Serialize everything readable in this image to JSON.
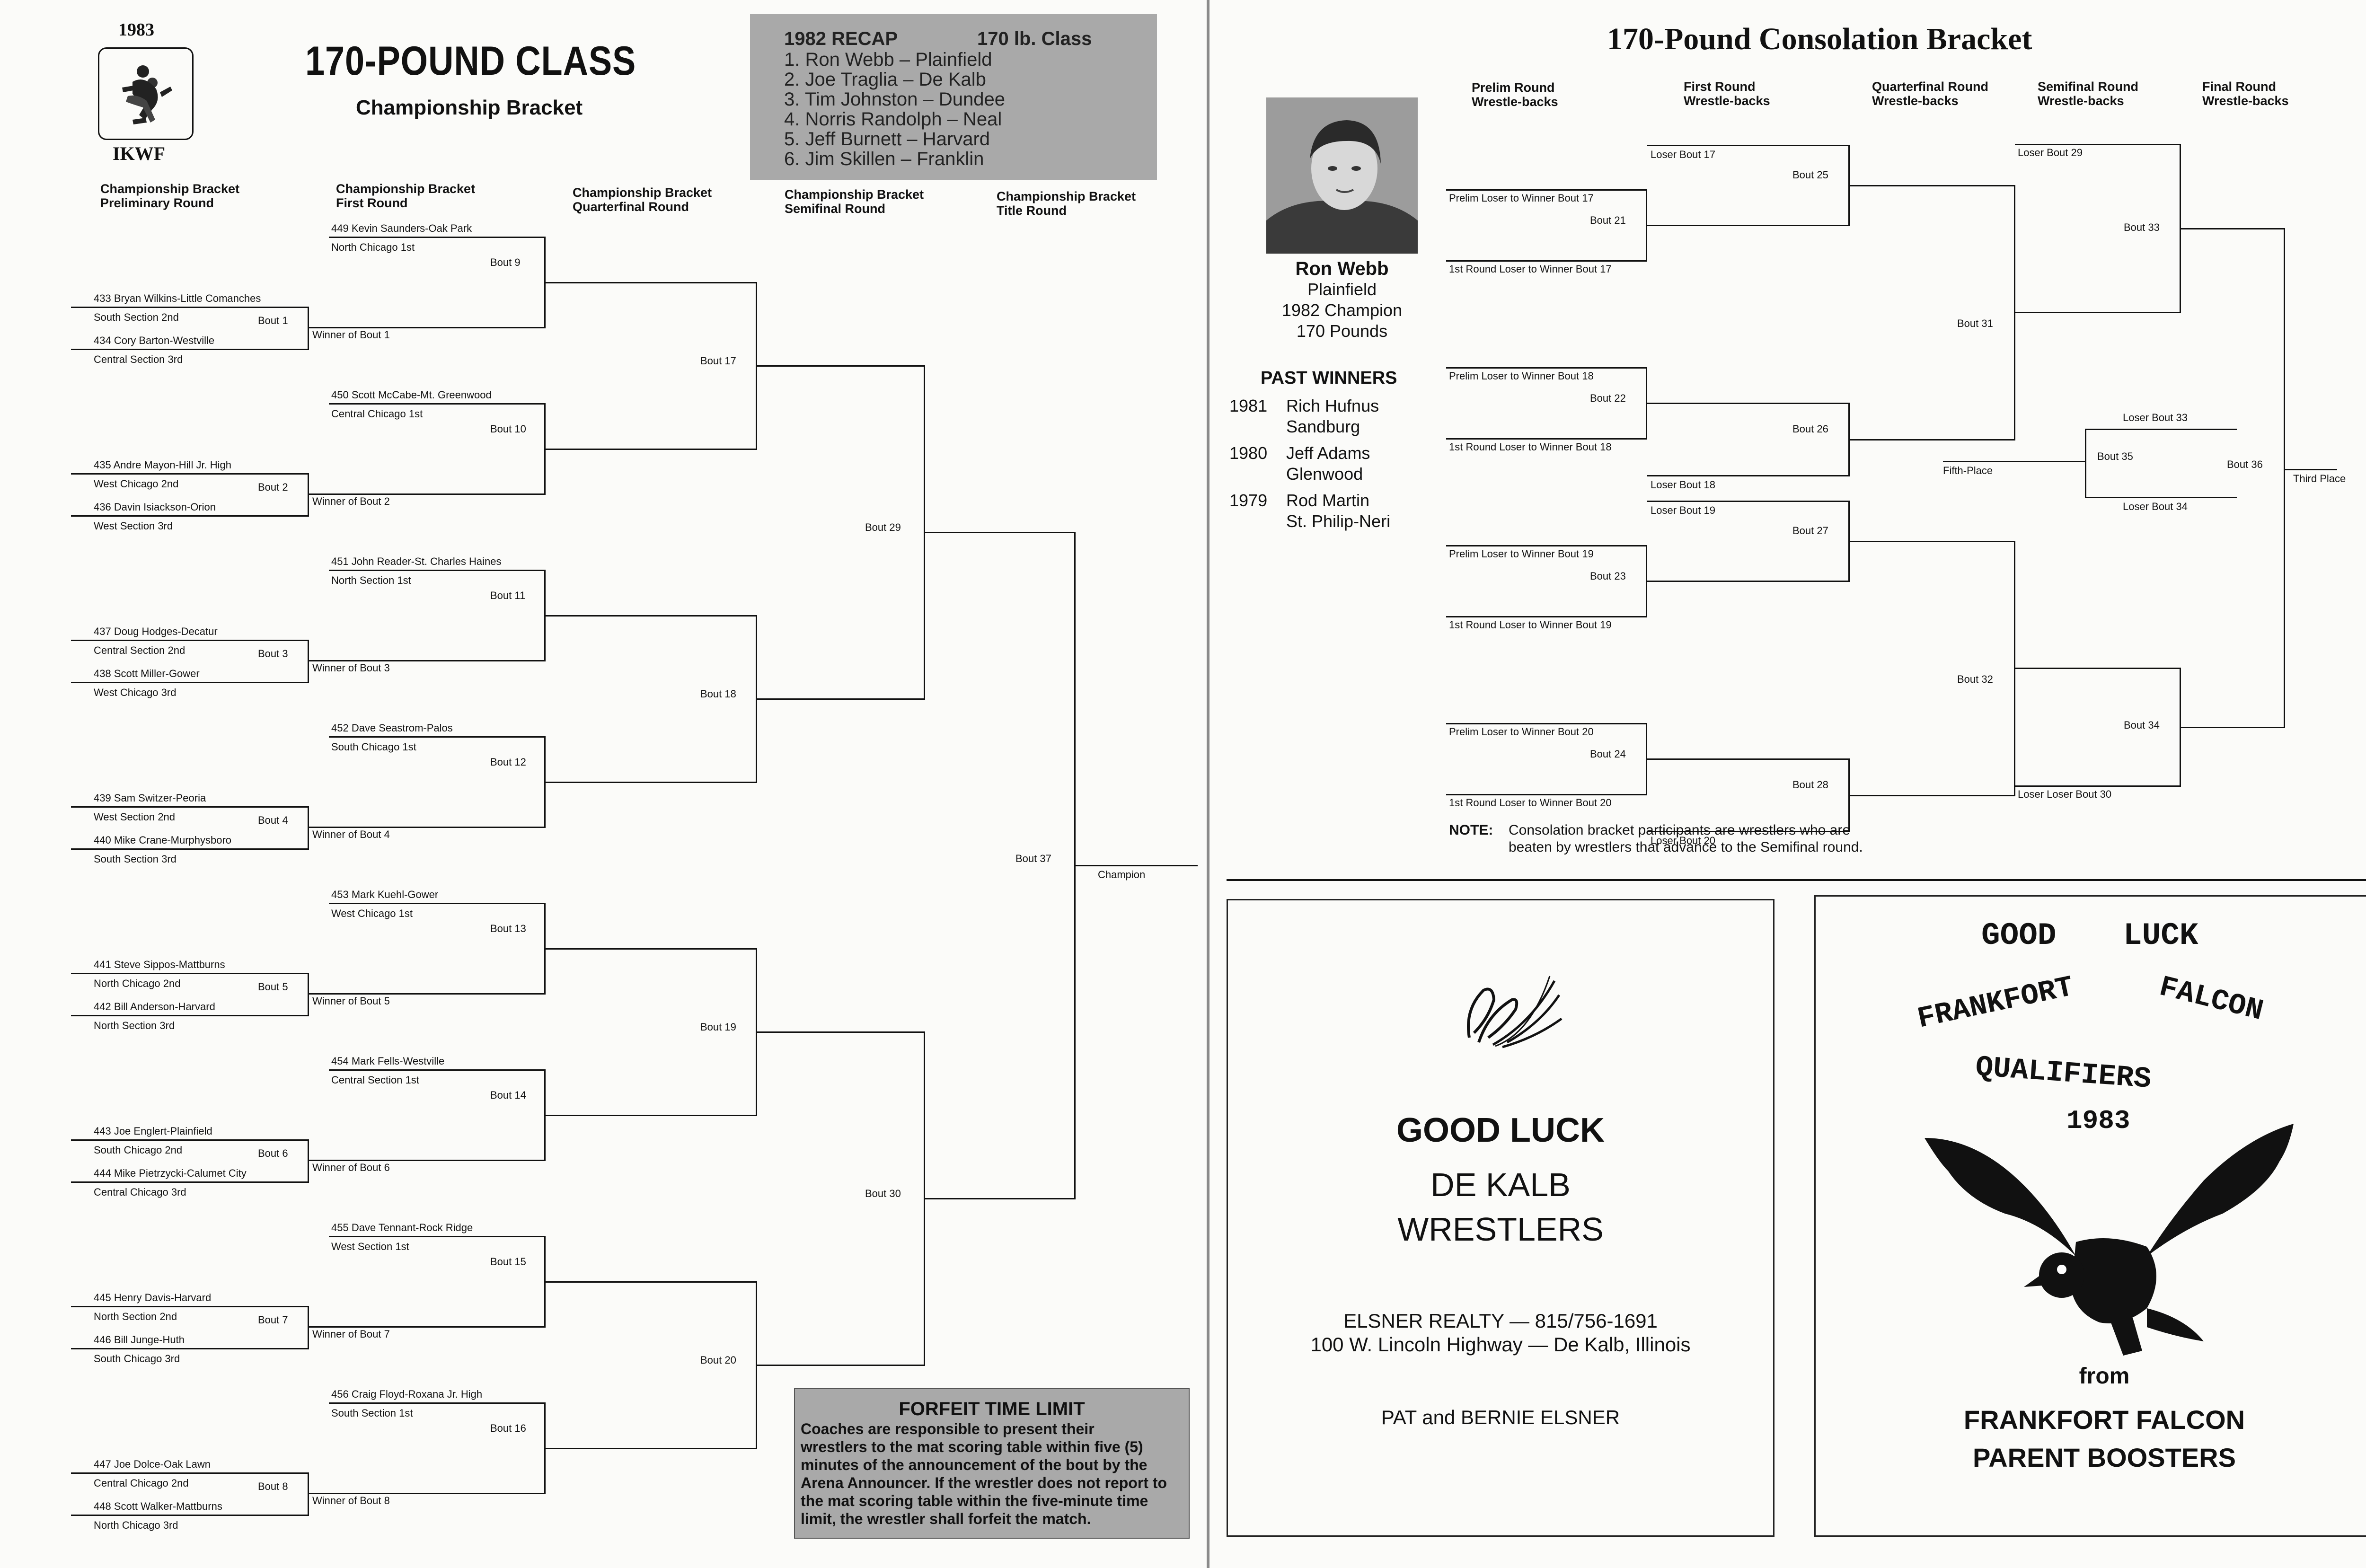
{
  "left": {
    "year": "1983",
    "org": "IKWF",
    "title": "170-POUND CLASS",
    "subtitle": "Championship Bracket",
    "recap": {
      "title": "1982 RECAP",
      "class": "170 lb. Class",
      "lines": [
        "1. Ron Webb – Plainfield",
        "2. Joe Traglia – De Kalb",
        "3. Tim Johnston – Dundee",
        "4. Norris Randolph – Neal",
        "5. Jeff Burnett – Harvard",
        "6. Jim Skillen – Franklin"
      ]
    },
    "round_headers": [
      [
        "Championship Bracket",
        "Preliminary Round"
      ],
      [
        "Championship Bracket",
        "First Round"
      ],
      [
        "Championship Bracket",
        "Quarterfinal Round"
      ],
      [
        "Championship Bracket",
        "Semifinal Round"
      ],
      [
        "Championship Bracket",
        "Title Round"
      ]
    ],
    "groups": [
      {
        "seed": "449 Kevin Saunders-Oak Park",
        "seed_sec": "North Chicago 1st",
        "top": "433 Bryan Wilkins-Little Comanches",
        "top_sec": "South Section 2nd",
        "bot": "434 Cory Barton-Westville",
        "bot_sec": "Central Section 3rd",
        "prelim_bout": "Bout 1",
        "winner": "Winner of Bout 1",
        "first_bout": "Bout  9"
      },
      {
        "seed": "450 Scott McCabe-Mt. Greenwood",
        "seed_sec": "Central Chicago 1st",
        "top": "435 Andre Mayon-Hill Jr. High",
        "top_sec": "West Chicago 2nd",
        "bot": "436 Davin Isiackson-Orion",
        "bot_sec": "West Section 3rd",
        "prelim_bout": "Bout 2",
        "winner": "Winner of Bout 2",
        "first_bout": "Bout 10"
      },
      {
        "seed": "451 John Reader-St. Charles Haines",
        "seed_sec": "North Section 1st",
        "top": "437 Doug Hodges-Decatur",
        "top_sec": "Central Section 2nd",
        "bot": "438 Scott Miller-Gower",
        "bot_sec": "West Chicago 3rd",
        "prelim_bout": "Bout 3",
        "winner": "Winner of Bout 3",
        "first_bout": "Bout 11"
      },
      {
        "seed": "452 Dave Seastrom-Palos",
        "seed_sec": "South Chicago 1st",
        "top": "439 Sam Switzer-Peoria",
        "top_sec": "West Section 2nd",
        "bot": "440 Mike Crane-Murphysboro",
        "bot_sec": "South Section 3rd",
        "prelim_bout": "Bout 4",
        "winner": "Winner of Bout 4",
        "first_bout": "Bout 12"
      },
      {
        "seed": "453 Mark Kuehl-Gower",
        "seed_sec": "West Chicago 1st",
        "top": "441 Steve Sippos-Mattburns",
        "top_sec": "North Chicago 2nd",
        "bot": "442 Bill Anderson-Harvard",
        "bot_sec": "North Section 3rd",
        "prelim_bout": "Bout 5",
        "winner": "Winner of Bout 5",
        "first_bout": "Bout 13"
      },
      {
        "seed": "454 Mark Fells-Westville",
        "seed_sec": "Central Section 1st",
        "top": "443 Joe Englert-Plainfield",
        "top_sec": "South Chicago 2nd",
        "bot": "444 Mike Pietrzycki-Calumet City",
        "bot_sec": "Central Chicago 3rd",
        "prelim_bout": "Bout 6",
        "winner": "Winner of Bout 6",
        "first_bout": "Bout 14"
      },
      {
        "seed": "455 Dave Tennant-Rock Ridge",
        "seed_sec": "West Section 1st",
        "top": "445 Henry Davis-Harvard",
        "top_sec": "North Section 2nd",
        "bot": "446 Bill Junge-Huth",
        "bot_sec": "South Chicago 3rd",
        "prelim_bout": "Bout 7",
        "winner": "Winner of Bout 7",
        "first_bout": "Bout 15"
      },
      {
        "seed": "456 Craig Floyd-Roxana Jr. High",
        "seed_sec": "South Section 1st",
        "top": "447 Joe Dolce-Oak Lawn",
        "top_sec": "Central Chicago 2nd",
        "bot": "448 Scott Walker-Mattburns",
        "bot_sec": "North Chicago 3rd",
        "prelim_bout": "Bout 8",
        "winner": "Winner of Bout 8",
        "first_bout": "Bout 16"
      }
    ],
    "qf_bouts": [
      "Bout 17",
      "Bout 18",
      "Bout 19",
      "Bout 20"
    ],
    "sf_bouts": [
      "Bout 29",
      "Bout 30"
    ],
    "final_bout": "Bout 37",
    "champion": "Champion",
    "forfeit": {
      "title": "FORFEIT TIME LIMIT",
      "lines": [
        "Coaches are responsible to present their",
        "wrestlers to the mat scoring table within five (5)",
        "minutes of the announcement of the bout by the",
        "Arena Announcer. If the wrestler does not report to",
        "the mat scoring table within the five-minute time",
        "limit, the wrestler shall forfeit the match."
      ]
    }
  },
  "right": {
    "title": "170-Pound Consolation Bracket",
    "headers": [
      [
        "Prelim Round",
        "Wrestle-backs"
      ],
      [
        "First Round",
        "Wrestle-backs"
      ],
      [
        "Quarterfinal Round",
        "Wrestle-backs"
      ],
      [
        "Semifinal Round",
        "Wrestle-backs"
      ],
      [
        "Final Round",
        "Wrestle-backs"
      ]
    ],
    "champ": {
      "name": "Ron Webb",
      "school": "Plainfield",
      "line1": "1982 Champion",
      "line2": "170 Pounds"
    },
    "past_title": "PAST WINNERS",
    "past": [
      {
        "year": "1981",
        "name": "Rich Hufnus",
        "school": "Sandburg"
      },
      {
        "year": "1980",
        "name": "Jeff Adams",
        "school": "Glenwood"
      },
      {
        "year": "1979",
        "name": "Rod Martin",
        "school": "St. Philip-Neri"
      }
    ],
    "cons": [
      {
        "loser_top": "Loser Bout 17",
        "prelim": "Prelim Loser to Winner Bout 17",
        "prelim_bout": "Bout 21",
        "first": "1st Round Loser to Winner Bout 17",
        "fr_bout": "Bout 25"
      },
      {
        "loser_top": "Loser Bout 18",
        "prelim": "Prelim Loser to Winner Bout 18",
        "prelim_bout": "Bout 22",
        "first": "1st Round Loser to Winner Bout 18",
        "fr_bout": "Bout 26"
      },
      {
        "loser_top": "Loser Bout 19",
        "prelim": "Prelim Loser to Winner Bout 19",
        "prelim_bout": "Bout 23",
        "first": "1st Round Loser to Winner Bout 19",
        "fr_bout": "Bout 27"
      },
      {
        "loser_top": "Loser Bout 20",
        "prelim": "Prelim Loser to Winner Bout 20",
        "prelim_bout": "Bout 24",
        "first": "1st Round Loser to Winner Bout 20",
        "fr_bout": "Bout 28"
      }
    ],
    "qf_bouts": [
      "Bout 31",
      "Bout 32"
    ],
    "loser29": "Loser Bout 29",
    "loser30": "Loser Loser Bout 30",
    "sf_bouts": [
      "Bout 33",
      "Bout 34"
    ],
    "loser33": "Loser Bout 33",
    "loser34": "Loser Bout 34",
    "bout35": "Bout 35",
    "fifth": "Fifth-Place",
    "bout36": "Bout 36",
    "third": "Third Place",
    "note_label": "NOTE:",
    "note1": "Consolation bracket participants are wrestlers who are",
    "note2": "beaten by wrestlers that advance to the Semifinal round.",
    "ad1": {
      "line1": "GOOD LUCK",
      "line2": "DE KALB",
      "line3": "WRESTLERS",
      "realty1": "ELSNER REALTY — 815/756-1691",
      "realty2": "100 W. Lincoln Highway — De Kalb, Illinois",
      "names": "PAT and BERNIE ELSNER"
    },
    "ad2": {
      "good": "GOOD",
      "luck": "LUCK",
      "frankfort": "FRANKFORT",
      "falcon": "FALCON",
      "qualifiers": "QUALIFIERS",
      "year": "1983",
      "from": "from",
      "line1": "FRANKFORT FALCON",
      "line2": "PARENT BOOSTERS"
    }
  }
}
